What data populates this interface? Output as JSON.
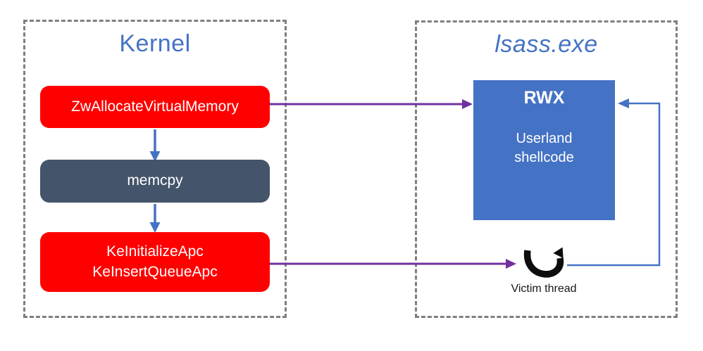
{
  "diagram": {
    "kernel_panel": {
      "title": "Kernel",
      "nodes": {
        "zw_allocate": {
          "label": "ZwAllocateVirtualMemory"
        },
        "memcpy": {
          "label": "memcpy"
        },
        "ke_apc": {
          "line1": "KeInitializeApc",
          "line2": "KeInsertQueueApc"
        }
      }
    },
    "lsass_panel": {
      "title": "lsass.exe",
      "rwx_region": {
        "heading": "RWX",
        "body": "Userland shellcode"
      },
      "victim_thread": {
        "label": "Victim thread",
        "icon": "u-turn-arrow-icon"
      }
    },
    "connections": {
      "zw_to_rwx": "purple-arrow",
      "keapc_to_victim": "purple-arrow",
      "zw_to_memcpy": "blue-arrow",
      "memcpy_to_keapc": "blue-arrow",
      "victim_to_rwx": "blue-elbow-arrow"
    },
    "colors": {
      "accent_blue": "#4472C4",
      "node_red": "#FE0000",
      "node_slate": "#44546A",
      "arrow_purple": "#7030A0",
      "border_gray": "#7F7F7F",
      "icon_black": "#0D0D0D"
    }
  }
}
